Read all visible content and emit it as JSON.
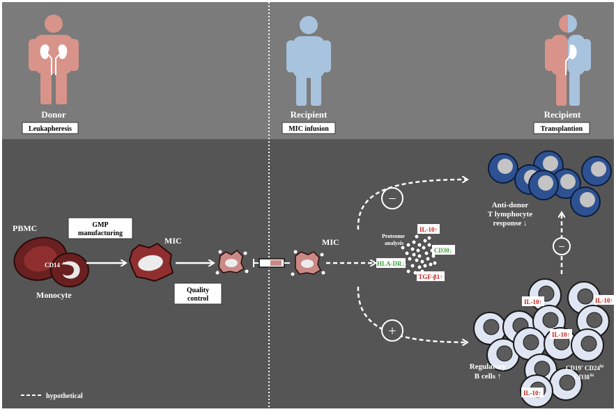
{
  "header": {
    "donor": {
      "title": "Donor",
      "box": "Leukapheresis"
    },
    "recipient_infusion": {
      "title": "Recipient",
      "box": "MIC infusion"
    },
    "recipient_transplant": {
      "title": "Recipient",
      "box": "Transplantion"
    }
  },
  "flow": {
    "pbmc": "PBMC",
    "cd14": "CD14",
    "cd14_sup": "+",
    "monocyte": "Monocyte",
    "gmp_line1": "GMP",
    "gmp_line2": "manufacturing",
    "mic_left": "MIC",
    "qc_line1": "Quality",
    "qc_line2": "control",
    "mic_right": "MIC"
  },
  "proteome": {
    "label_line1": "Proteome",
    "label_line2": "analysis",
    "il10": "IL-10↑",
    "cd30": "CD30↓",
    "hladr": "HLA-DR↓",
    "tgfb": "TGF-β1↑"
  },
  "outcomes": {
    "minus_symbol": "−",
    "plus_symbol": "+",
    "tcell_line1": "Anti-donor",
    "tcell_line2": "T lymphocyte",
    "tcell_line3": "response ↓",
    "breg_line1": "Regulatory",
    "breg_line2": "B cells ↑",
    "marker_line1_a": "CD19",
    "marker_line1_a_sup": "+",
    "marker_line1_b": "CD24",
    "marker_line1_b_sup": "hi",
    "marker_line2": "CD38",
    "marker_line2_sup": "hi",
    "il10_label": "IL-10↑"
  },
  "legend": {
    "hypothetical": "hypothetical"
  },
  "colors": {
    "top_band": "#7b7b7b",
    "bottom_band": "#555555",
    "donor_figure": "#d8938a",
    "recipient_figure": "#a8c3de",
    "mic_cell": "#8f2f2f",
    "tcell": "#2e5291",
    "bcell": "#dfe5f2",
    "red_text": "#c0201b",
    "green_text": "#3f9a3a"
  }
}
